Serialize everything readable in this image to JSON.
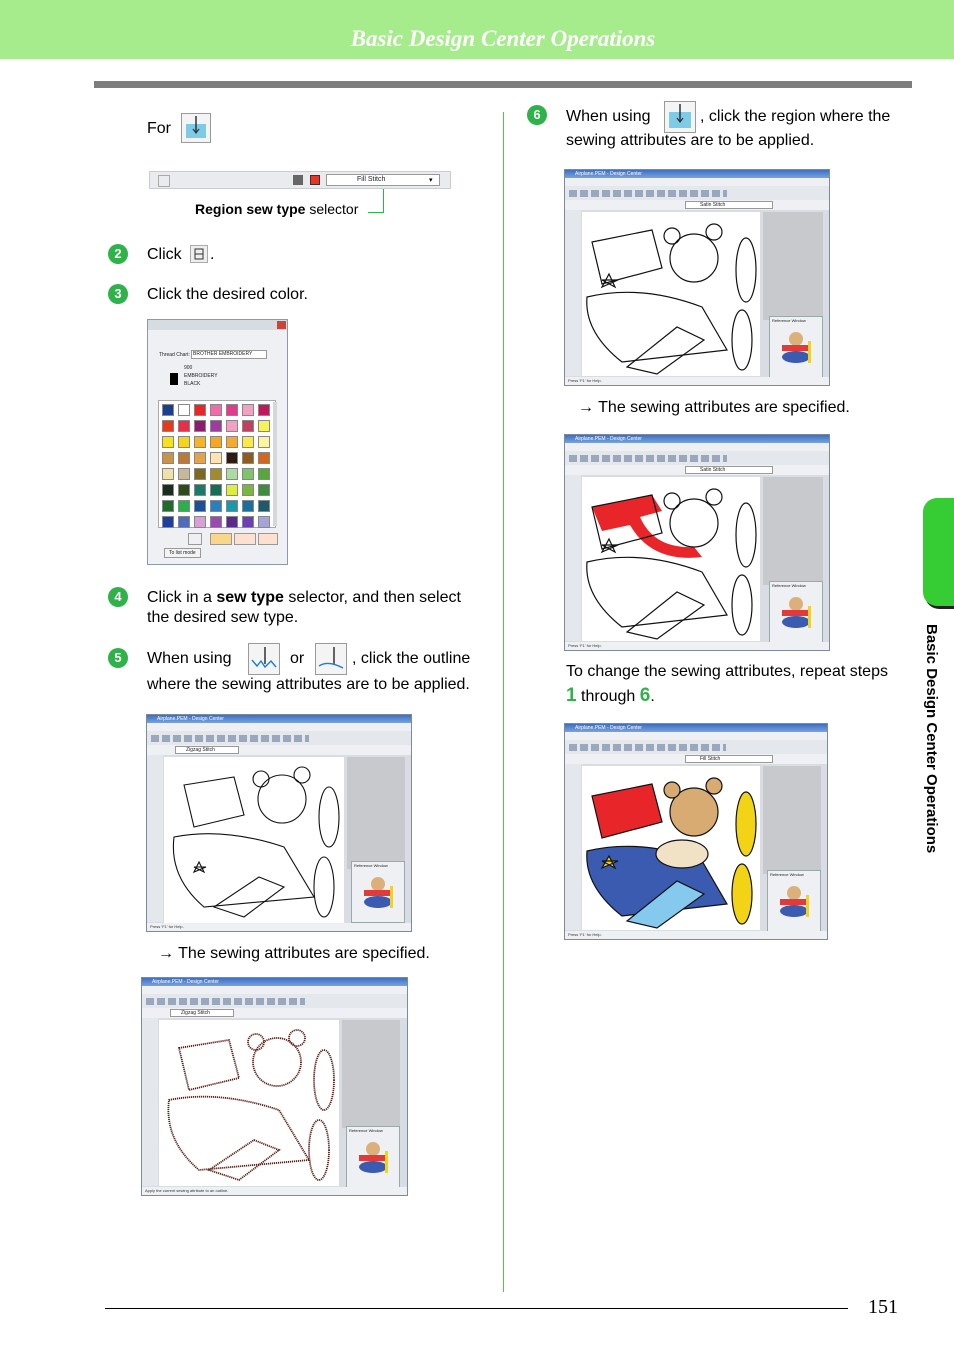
{
  "header": {
    "title": "Basic Design Center Operations"
  },
  "side_tab": {
    "label": "Basic Design Center Operations"
  },
  "page_number": "151",
  "left": {
    "for_text": "For",
    "toolbar_fill_label": "Fill Stitch",
    "caption_bold": "Region sew type",
    "caption_rest": " selector",
    "step2": {
      "num": "2",
      "text": "Click",
      "tail": "."
    },
    "step3": {
      "num": "3",
      "text": "Click the desired color."
    },
    "palette": {
      "thread_chart_label": "Thread Chart:",
      "thread_chart_value": "BROTHER EMBROIDERY",
      "color_line1": "900",
      "color_line2": "EMBROIDERY",
      "color_line3": "BLACK",
      "mode_button": "To list mode",
      "colors": [
        "#1b3f8f",
        "#ffffff",
        "#e8262a",
        "#f06cab",
        "#e23a8f",
        "#f3a1c2",
        "#c4165a",
        "#e43b1c",
        "#ea2d4a",
        "#8e1b6e",
        "#9e3aa0",
        "#f4a0c4",
        "#c04060",
        "#f6f35a",
        "#f7e21a",
        "#f9d21e",
        "#f5b32a",
        "#f6a621",
        "#f6a931",
        "#fbe94a",
        "#fdf4a0",
        "#c9944a",
        "#bb7a3b",
        "#e4a34b",
        "#ffe4b0",
        "#2c1b10",
        "#8f5b20",
        "#d1681e",
        "#f0e1a8",
        "#c7b79b",
        "#7d6a20",
        "#a48a2b",
        "#acdaa0",
        "#7fc46a",
        "#56a83a",
        "#1a2e1f",
        "#2f4a1d",
        "#197a6b",
        "#136e54",
        "#dcef3e",
        "#7ab640",
        "#3f8d3b",
        "#1e6b2c",
        "#2ab04a",
        "#1a4f9a",
        "#2a7fc0",
        "#1a97a8",
        "#1b6f9e",
        "#1d5a6a",
        "#1f3fa0",
        "#4d6bbf",
        "#d9a0d8",
        "#9b48b2",
        "#5a2a8f",
        "#6d3fb5",
        "#a7a2d8"
      ]
    },
    "step4": {
      "num": "4",
      "text_a": "Click in a ",
      "bold": "sew type",
      "text_b": " selector, and then select",
      "line2": "the desired sew type."
    },
    "step5": {
      "num": "5",
      "text_a": "When using",
      "or": "or",
      "text_b": ", click the outline",
      "line2": "where the sewing attributes are to be applied."
    },
    "shot1": {
      "title": "Airplane.PEM - Design Center",
      "sew_label": "Zigzag Stitch",
      "status": "Press 'F1' for Help.",
      "ref_title": "Reference Window"
    },
    "result1": "→ The sewing attributes are specified.",
    "shot2": {
      "title": "Airplane.PEM - Design Center",
      "sew_label": "Zigzag Stitch",
      "status": "Apply the current sewing attribute to an outline.",
      "ref_title": "Reference Window"
    }
  },
  "right": {
    "step6": {
      "num": "6",
      "text_a": "When using",
      "text_b": ", click the region where the",
      "line2": "sewing attributes are to be applied."
    },
    "shot3": {
      "title": "Airplane.PEM - Design Center",
      "sew_label": "Satin Stitch",
      "status": "Press 'F1' for Help.",
      "ref_title": "Reference Window"
    },
    "result2": "→ The sewing attributes are specified.",
    "shot4": {
      "title": "Airplane.PEM - Design Center",
      "sew_label": "Satin Stitch",
      "status": "Press 'F1' for Help.",
      "ref_title": "Reference Window"
    },
    "repeat_line1": "To change the sewing attributes, repeat steps",
    "repeat_from": "1",
    "repeat_through": " through ",
    "repeat_to": "6",
    "repeat_end": ".",
    "shot5": {
      "title": "Airplane.PEM - Design Center",
      "sew_label": "Fill Stitch",
      "status": "Press 'F1' for Help.",
      "ref_title": "Reference Window"
    }
  }
}
